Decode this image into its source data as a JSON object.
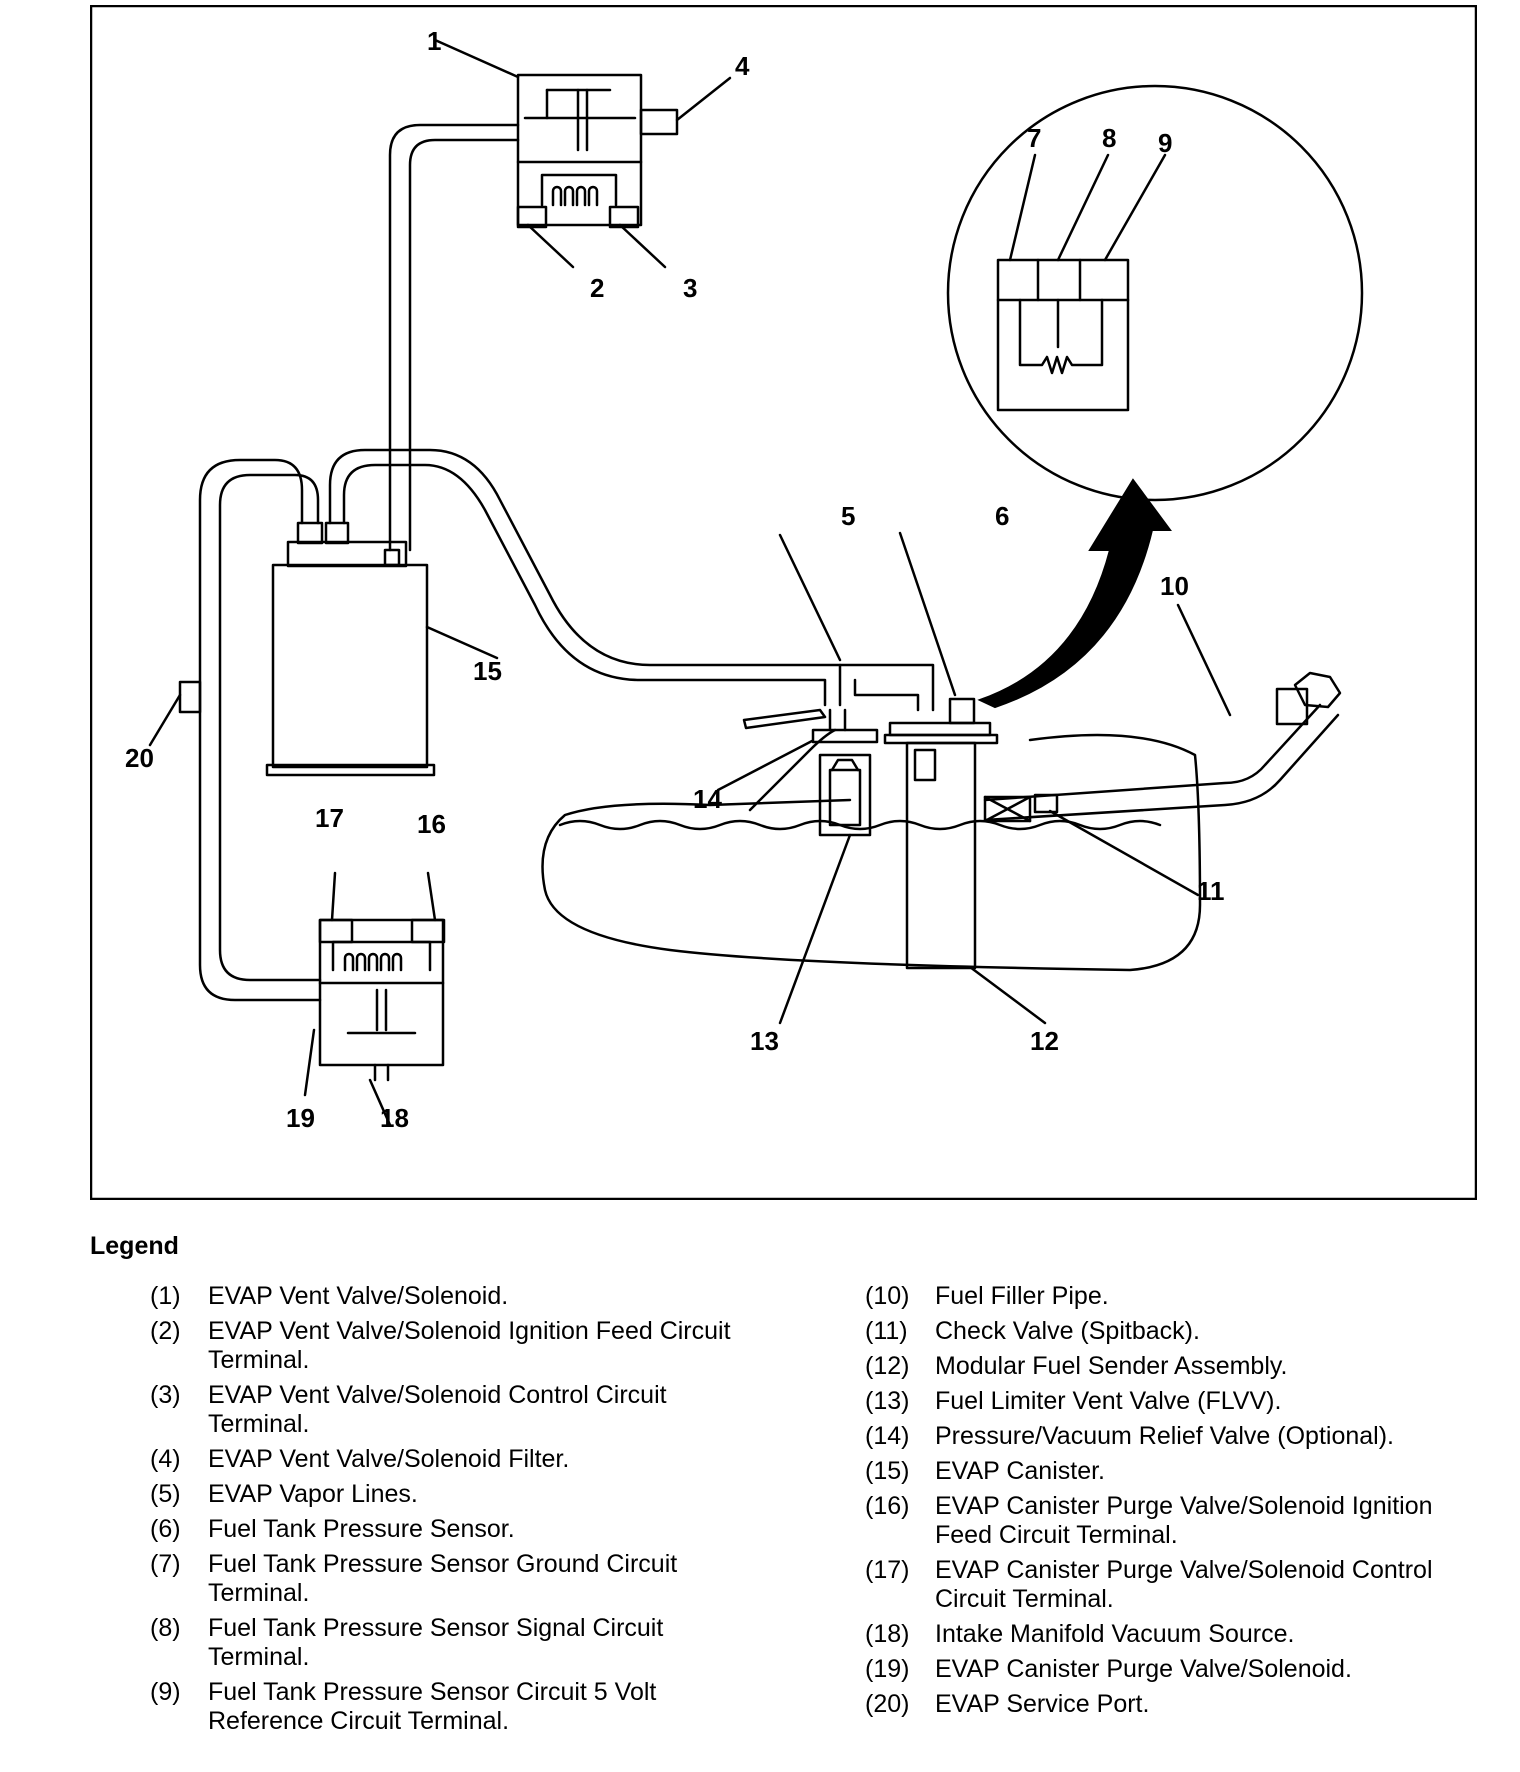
{
  "diagram": {
    "callouts": {
      "c1": "1",
      "c2": "2",
      "c3": "3",
      "c4": "4",
      "c5": "5",
      "c6": "6",
      "c7": "7",
      "c8": "8",
      "c9": "9",
      "c10": "10",
      "c11": "11",
      "c12": "12",
      "c13": "13",
      "c14": "14",
      "c15": "15",
      "c16": "16",
      "c17": "17",
      "c18": "18",
      "c19": "19",
      "c20": "20"
    }
  },
  "legend": {
    "title": "Legend",
    "left": [
      {
        "num": "(1)",
        "text": "EVAP Vent Valve/Solenoid."
      },
      {
        "num": "(2)",
        "text": "EVAP Vent Valve/Solenoid Ignition Feed Circuit Terminal."
      },
      {
        "num": "(3)",
        "text": "EVAP Vent Valve/Solenoid Control Circuit Terminal."
      },
      {
        "num": "(4)",
        "text": "EVAP Vent Valve/Solenoid Filter."
      },
      {
        "num": "(5)",
        "text": "EVAP Vapor Lines."
      },
      {
        "num": "(6)",
        "text": "Fuel Tank Pressure Sensor."
      },
      {
        "num": "(7)",
        "text": "Fuel Tank Pressure Sensor Ground Circuit Terminal."
      },
      {
        "num": "(8)",
        "text": "Fuel Tank Pressure Sensor Signal Circuit Terminal."
      },
      {
        "num": "(9)",
        "text": "Fuel Tank Pressure Sensor Circuit 5 Volt Reference Circuit Terminal."
      }
    ],
    "right": [
      {
        "num": "(10)",
        "text": "Fuel Filler Pipe."
      },
      {
        "num": "(11)",
        "text": "Check Valve (Spitback)."
      },
      {
        "num": "(12)",
        "text": "Modular Fuel Sender Assembly."
      },
      {
        "num": "(13)",
        "text": "Fuel Limiter Vent Valve (FLVV)."
      },
      {
        "num": "(14)",
        "text": "Pressure/Vacuum Relief Valve (Optional)."
      },
      {
        "num": "(15)",
        "text": "EVAP Canister."
      },
      {
        "num": "(16)",
        "text": "EVAP Canister Purge Valve/Solenoid Ignition Feed Circuit Terminal."
      },
      {
        "num": "(17)",
        "text": "EVAP Canister Purge Valve/Solenoid Control Circuit Terminal."
      },
      {
        "num": "(18)",
        "text": "Intake Manifold Vacuum Source."
      },
      {
        "num": "(19)",
        "text": "EVAP Canister Purge Valve/Solenoid."
      },
      {
        "num": "(20)",
        "text": "EVAP Service Port."
      }
    ]
  }
}
